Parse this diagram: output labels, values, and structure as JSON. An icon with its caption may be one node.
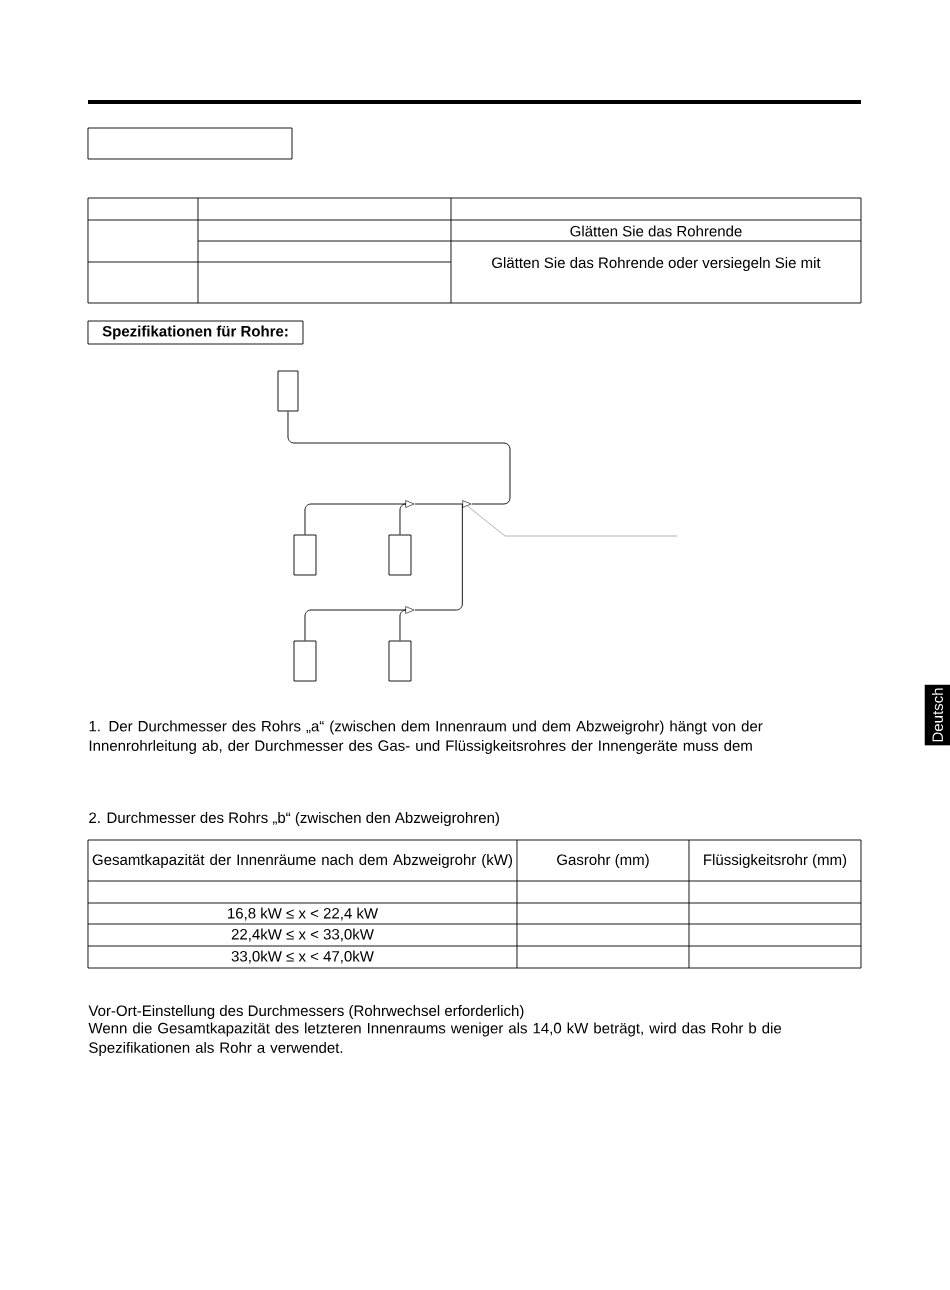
{
  "diagram": {
    "nodes": [
      {
        "text": [],
        "shape": "box"
      },
      {
        "text": [
          "Spezifikationen für Rohre:"
        ]
      },
      {
        "text": [],
        "shape": "box"
      },
      {
        "text": [],
        "shape": "triangle"
      },
      {
        "text": [],
        "shape": "triangle"
      },
      {
        "text": [],
        "shape": "box"
      },
      {
        "text": [],
        "shape": "box"
      },
      {
        "text": [],
        "shape": "triangle"
      },
      {
        "text": [],
        "shape": "box"
      },
      {
        "text": [],
        "shape": "box"
      },
      {
        "text": [
          "Deutsch"
        ]
      }
    ],
    "edges": [
      {
        "from": 2,
        "to": 4,
        "arrow": "none"
      },
      {
        "from": 4,
        "to": 3,
        "arrow": "none"
      },
      {
        "from": 5,
        "to": 3,
        "arrow": "none"
      },
      {
        "from": 6,
        "to": 3,
        "arrow": "none"
      },
      {
        "from": 4,
        "to": 7,
        "arrow": "none"
      },
      {
        "from": 8,
        "to": 7,
        "arrow": "none"
      },
      {
        "from": 9,
        "to": 7,
        "arrow": "none"
      },
      {
        "from": null,
        "to": 4,
        "arrow": "none",
        "color": "#808080"
      }
    ],
    "labels": [
      "Glätten Sie das Rohrende",
      "Glätten Sie das Rohrende oder versiegeln Sie mit",
      "1. Der Durchmesser des Rohrs „a“ (zwischen dem Innenraum und dem Abzweigrohr) hängt von der Innenrohrleitung ab, der Durchmesser des Gas- und Flüssigkeitsrohres der Innengeräte muss dem",
      "2. Durchmesser des Rohrs „b“ (zwischen den Abzweigrohren)",
      "Gesamtkapazität der Innenräume nach dem Abzweigrohr (kW)",
      "Gasrohr (mm)",
      "Flüssigkeitsrohr (mm)",
      "16,8 kW ≤ x < 22,4 kW",
      "22,4kW ≤ x < 33,0kW",
      "33,0kW ≤ x < 47,0kW",
      "Vor-Ort-Einstellung des Durchmessers (Rohrwechsel erforderlich)",
      "Wenn die Gesamtkapazität des letzteren Innenraums weniger als 14,0 kW beträgt, wird das Rohr b die Spezifikationen als Rohr a verwendet."
    ]
  }
}
